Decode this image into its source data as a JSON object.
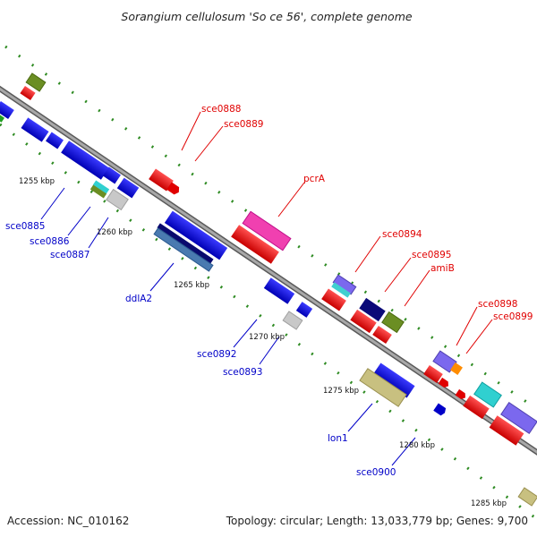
{
  "title": "Sorangium cellulosum 'So ce 56', complete genome",
  "footer": {
    "accession": "Accession: NC_010162",
    "summary": "Topology: circular; Length: 13,033,779 bp; Genes: 9,700"
  },
  "colors": {
    "forward_label": "#e00000",
    "reverse_label": "#0000c8",
    "backbone": "#8c8c8c",
    "tick_dots": "#2e8b22"
  },
  "ticks": {
    "t1255": "1255 kbp",
    "t1260": "1260 kbp",
    "t1265": "1265 kbp",
    "t1270": "1270 kbp",
    "t1275": "1275 kbp",
    "t1280": "1280 kbp",
    "t1285": "1285 kbp"
  },
  "gene_labels": {
    "sce0888": "sce0888",
    "sce0889": "sce0889",
    "pcrA": "pcrA",
    "sce0894": "sce0894",
    "sce0895": "sce0895",
    "amiB": "amiB",
    "sce0898": "sce0898",
    "sce0899": "sce0899",
    "sce0885": "sce0885",
    "sce0886": "sce0886",
    "sce0887": "sce0887",
    "ddlA2": "ddlA2",
    "sce0892": "sce0892",
    "sce0893": "sce0893",
    "lon1": "lon1",
    "sce0900": "sce0900"
  }
}
